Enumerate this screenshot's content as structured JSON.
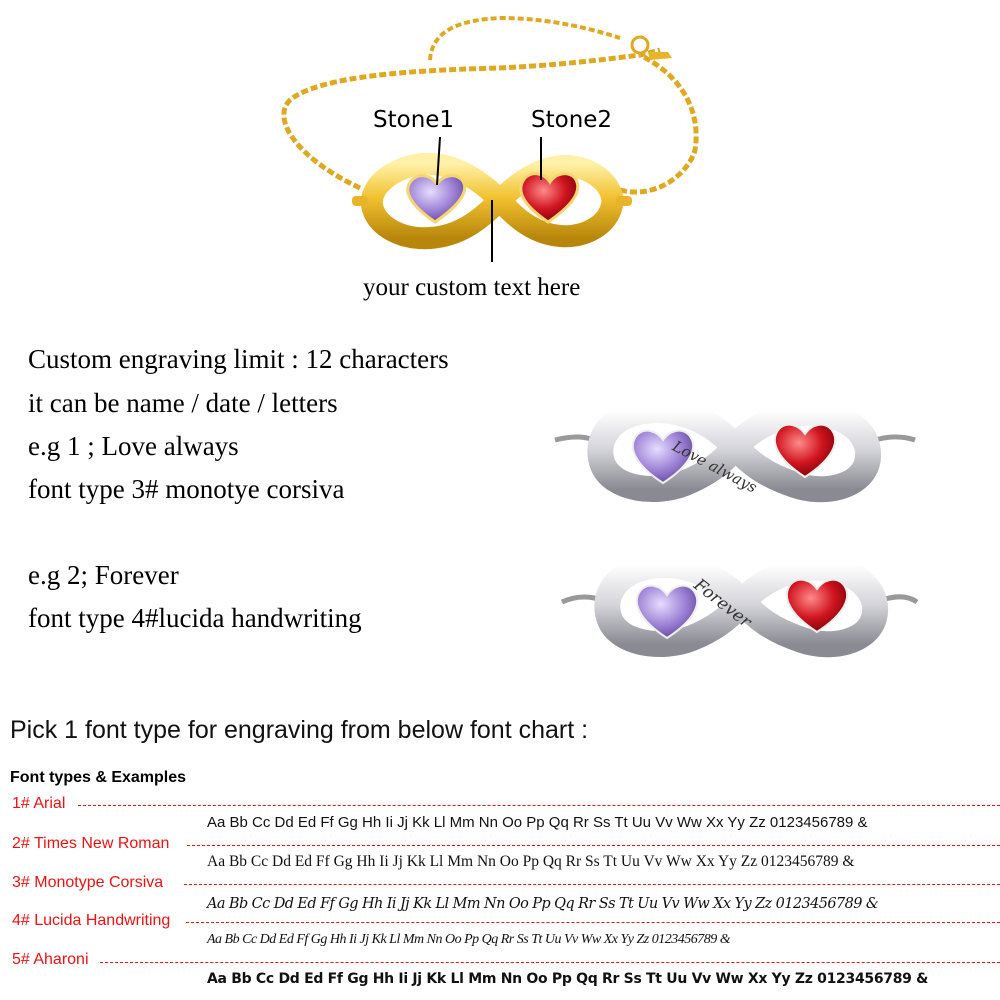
{
  "callouts": {
    "stone1": "Stone1",
    "stone2": "Stone2",
    "custom_text": "your custom text  here"
  },
  "engraving_info": {
    "limit": "Custom engraving limit : 12 characters",
    "usage": "it can be name / date / letters",
    "example1": "e.g 1 ; Love always",
    "example1_font": "font type 3# monotye corsiva",
    "example2": "e.g 2; Forever",
    "example2_font": "font type 4#lucida handwriting"
  },
  "engravings": {
    "example1_text": "Love always",
    "example2_text": "Forever"
  },
  "chart": {
    "title": "Pick 1 font type for engraving from below font chart :",
    "header": "Font types  &   Examples",
    "fonts": [
      {
        "label": "1# Arial",
        "sample": "Aa Bb Cc Dd Ed Ff Gg Hh Ii Jj Kk Ll Mm Nn Oo Pp Qq Rr Ss Tt Uu Vv Ww Xx Yy Zz  0123456789 &"
      },
      {
        "label": "2# Times New Roman",
        "sample": "Aa Bb Cc Dd Ed Ff Gg Hh Ii Jj Kk Ll Mm Nn Oo Pp Qq Rr Ss Tt Uu Vv Ww Xx Yy Zz  0123456789 &"
      },
      {
        "label": "3# Monotype Corsiva",
        "sample": "Aa Bb Cc Dd Ed Ff Gg Hh Ii Jj Kk Ll Mm Nn Oo Pp Qq Rr Ss Tt Uu Vv Ww Xx Yy Zz  0123456789 &"
      },
      {
        "label": "4# Lucida Handwriting",
        "sample": "Aa Bb Cc Dd Ed Ff Gg Hh Ii Jj Kk Ll Mm Nn Oo Pp Qq Rr Ss Tt Uu Vv Ww Xx Yy Zz  0123456789 &"
      },
      {
        "label": "5# Aharoni",
        "sample": "Aa Bb Cc Dd Ed Ff Gg Hh Ii Jj Kk Ll Mm Nn Oo Pp Qq Rr Ss Tt Uu Vv Ww Xx Yy Zz 0123456789 &"
      }
    ]
  },
  "colors": {
    "gold": "#e8b52a",
    "silver": "#d9d9de",
    "amethyst": "#9b7fd4",
    "ruby": "#c8101c",
    "label_red": "#ee1111"
  }
}
